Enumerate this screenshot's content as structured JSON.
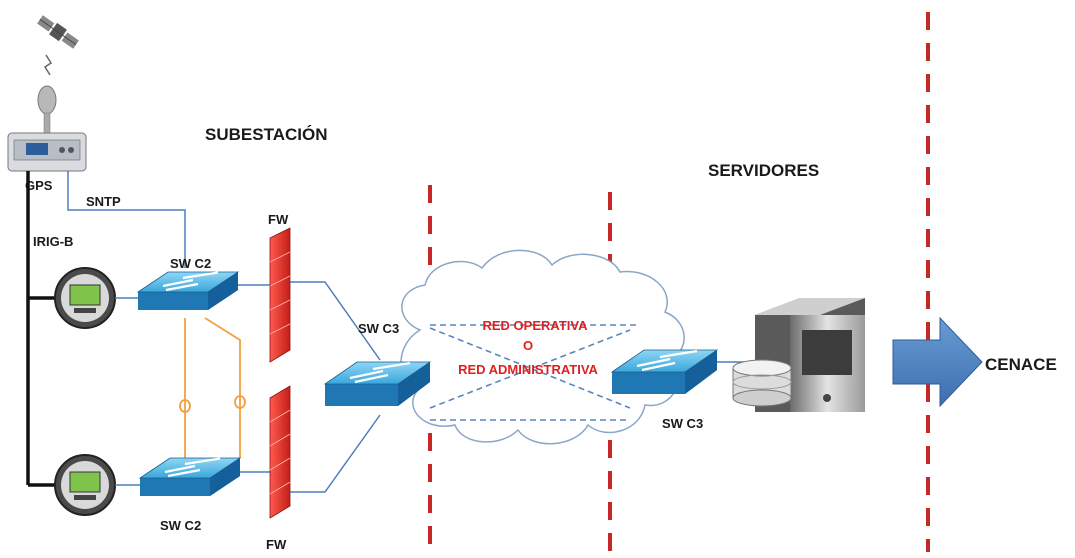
{
  "labels": {
    "subestacion": "SUBESTACIÓN",
    "servidores": "SERVIDORES",
    "gps": "GPS",
    "sntp": "SNTP",
    "irig_b": "IRIG-B",
    "sw_c2_top": "SW C2",
    "sw_c2_bottom": "SW C2",
    "fw_top": "FW",
    "fw_bottom": "FW",
    "sw_c3_left": "SW C3",
    "sw_c3_right": "SW C3",
    "red_operativa": "RED OPERATIVA",
    "o": "O",
    "red_administrativa": "RED ADMINISTRATIVA",
    "cenace": "CENACE"
  },
  "icons": [
    "satellite-icon",
    "antenna-icon",
    "gps-receiver-icon",
    "meter-icon",
    "switch-icon",
    "firewall-icon",
    "cloud-icon",
    "server-icon",
    "database-icon",
    "arrow-right-icon"
  ],
  "colors": {
    "dashed_separator": "#c62828",
    "switch_top": "#5bc0e8",
    "switch_side": "#1f78b4",
    "firewall": "#e53935",
    "arrow": "#4a7ebb",
    "link_line": "#4a7ebb",
    "orange_link": "#f0a040",
    "network_text": "#e01f1f"
  }
}
